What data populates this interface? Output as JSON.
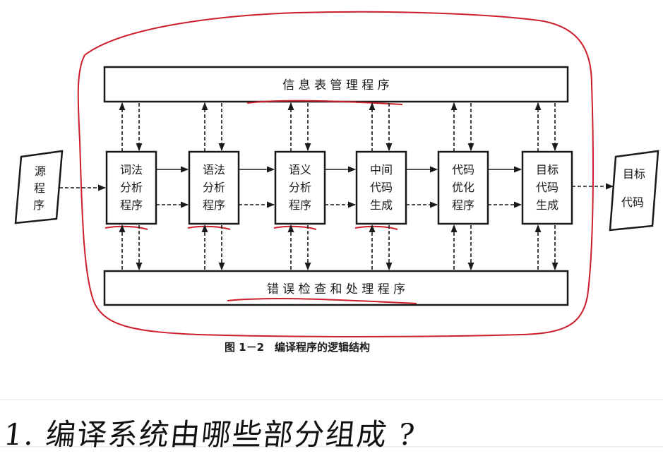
{
  "top_bar": "信 息 表 管 理 程 序",
  "bottom_bar": "错 误 检 查 和 处 理 程 序",
  "source": [
    "源",
    "程",
    "序"
  ],
  "target": [
    "目标",
    "代码"
  ],
  "stages": [
    {
      "lines": [
        "词法",
        "分析",
        "程序"
      ]
    },
    {
      "lines": [
        "语法",
        "分析",
        "程序"
      ]
    },
    {
      "lines": [
        "语义",
        "分析",
        "程序"
      ]
    },
    {
      "lines": [
        "中间",
        "代码",
        "生成"
      ]
    },
    {
      "lines": [
        "代码",
        "优化",
        "程序"
      ]
    },
    {
      "lines": [
        "目标",
        "代码",
        "生成"
      ]
    }
  ],
  "caption": "图 1－2　编译程序的逻辑结构",
  "handwritten_question": "1. 编译系统由哪些部分组成 ?",
  "colors": {
    "ink": "#1a1a1a",
    "annotation": "#cc1f2b",
    "rule": "#e7edf2"
  }
}
